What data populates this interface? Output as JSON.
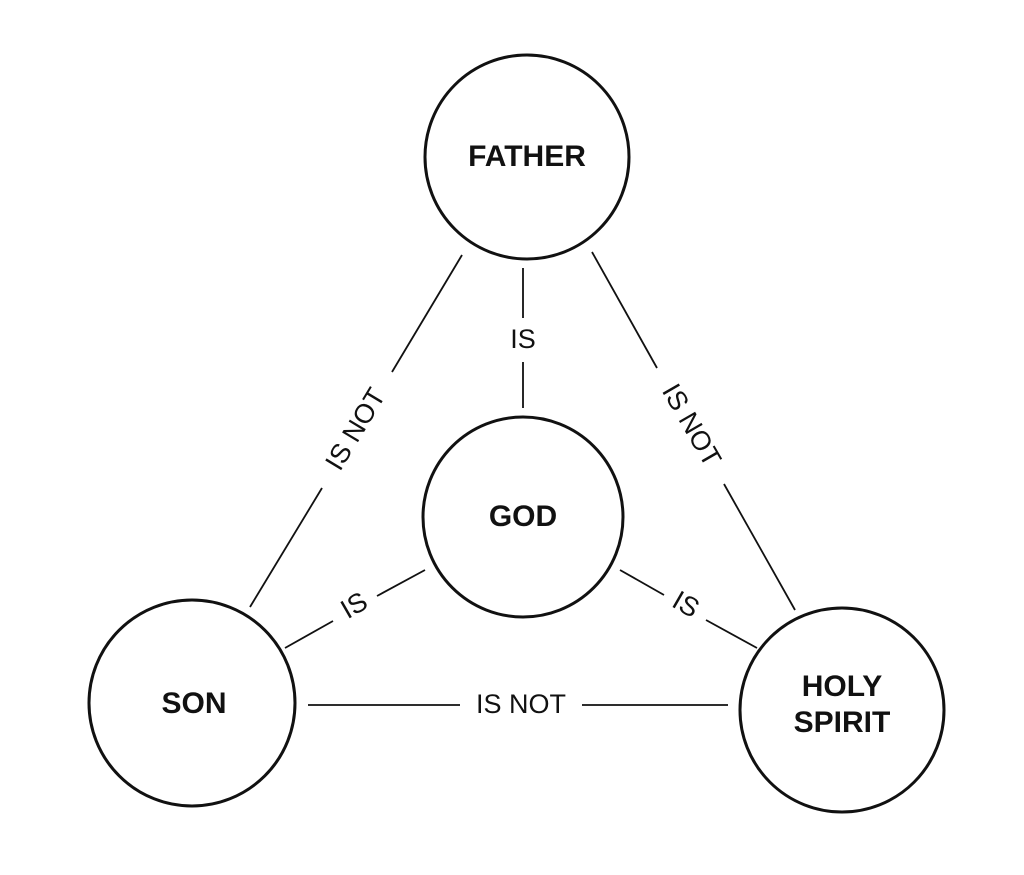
{
  "nodes": {
    "father": "FATHER",
    "god": "GOD",
    "son": "SON",
    "holy_spirit_line1": "HOLY",
    "holy_spirit_line2": "SPIRIT"
  },
  "edges": {
    "father_son": "IS NOT",
    "father_holy_spirit": "IS NOT",
    "son_holy_spirit": "IS NOT",
    "father_god": "IS",
    "son_god": "IS",
    "holy_spirit_god": "IS"
  }
}
